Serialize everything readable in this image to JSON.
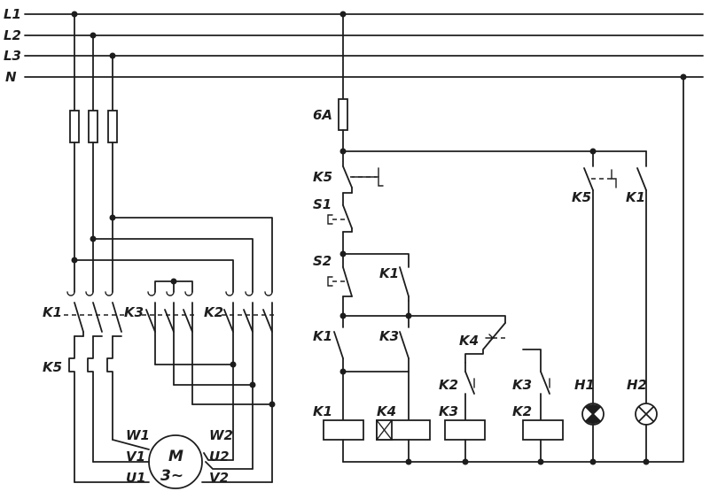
{
  "lines": {
    "l1": "L1",
    "l2": "L2",
    "l3": "L3",
    "n": "N"
  },
  "fuse_rating": "6A",
  "power_circuit": {
    "contactors": [
      "K1",
      "K3",
      "K2"
    ],
    "motor_protection": "K5",
    "motor": {
      "symbol": "M",
      "phase": "3~",
      "terminals": [
        "W1",
        "V1",
        "U1",
        "W2",
        "U2",
        "V2"
      ]
    }
  },
  "control_circuit": {
    "contacts": {
      "k5": "K5",
      "s1": "S1",
      "s2": "S2",
      "k1_hold": "K1",
      "k1_interlock": "K1",
      "k3_interlock": "K3",
      "k4_timer": "K4",
      "k2_nc": "K2",
      "k3_nc": "K3",
      "k5_signal": "K5",
      "k1_signal": "K1"
    },
    "coils": [
      "K1",
      "K4",
      "K3",
      "K2"
    ],
    "lamps": [
      "H1",
      "H2"
    ]
  }
}
